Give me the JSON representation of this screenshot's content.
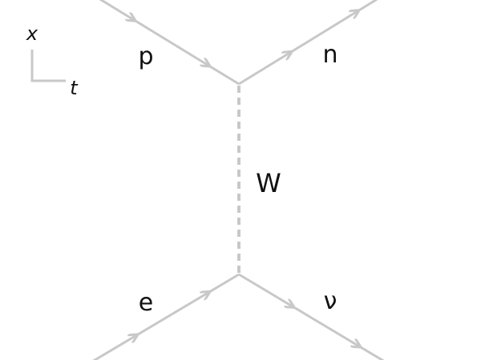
{
  "axes": {
    "vertical_label": "x",
    "horizontal_label": "t"
  },
  "particles": {
    "incoming_top": "p",
    "outgoing_top": "n",
    "incoming_bottom": "e",
    "outgoing_bottom": "ν"
  },
  "exchange": {
    "boson_label": "W"
  },
  "colors": {
    "line": "#c8c8c8",
    "text": "#111111",
    "background": "#ffffff"
  }
}
